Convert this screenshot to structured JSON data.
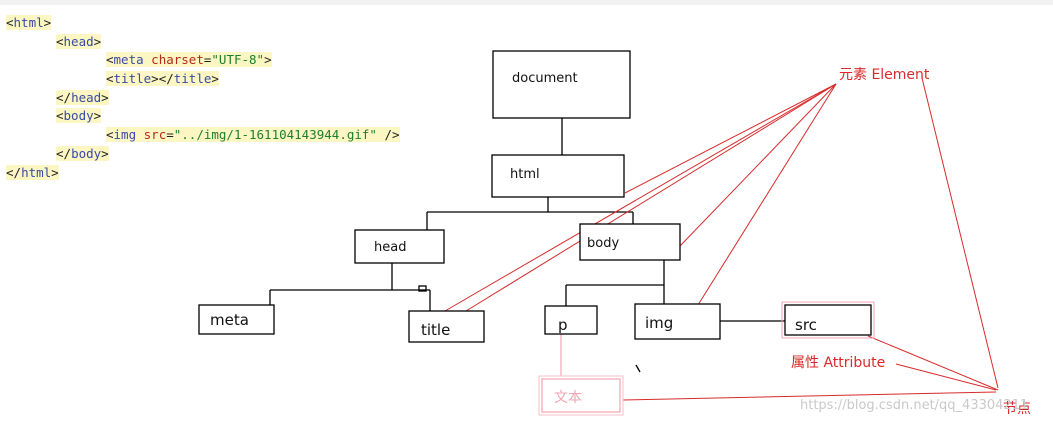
{
  "code_lines": [
    {
      "indent": 0,
      "parts": [
        {
          "t": "<",
          "c": "pt"
        },
        {
          "t": "html",
          "c": "tg"
        },
        {
          "t": ">",
          "c": "pt"
        }
      ]
    },
    {
      "indent": 1,
      "parts": [
        {
          "t": "<",
          "c": "pt"
        },
        {
          "t": "head",
          "c": "tg"
        },
        {
          "t": ">",
          "c": "pt"
        }
      ]
    },
    {
      "indent": 2,
      "parts": [
        {
          "t": "<",
          "c": "pt"
        },
        {
          "t": "meta ",
          "c": "tg"
        },
        {
          "t": "charset",
          "c": "at"
        },
        {
          "t": "=",
          "c": "pt"
        },
        {
          "t": "\"UTF-8\"",
          "c": "st"
        },
        {
          "t": ">",
          "c": "pt"
        }
      ]
    },
    {
      "indent": 2,
      "parts": [
        {
          "t": "<",
          "c": "pt"
        },
        {
          "t": "title",
          "c": "tg"
        },
        {
          "t": "></",
          "c": "pt"
        },
        {
          "t": "title",
          "c": "tg"
        },
        {
          "t": ">",
          "c": "pt"
        }
      ]
    },
    {
      "indent": 1,
      "parts": [
        {
          "t": "</",
          "c": "pt"
        },
        {
          "t": "head",
          "c": "tg"
        },
        {
          "t": ">",
          "c": "pt"
        }
      ]
    },
    {
      "indent": 1,
      "parts": [
        {
          "t": "<",
          "c": "pt"
        },
        {
          "t": "body",
          "c": "tg"
        },
        {
          "t": ">",
          "c": "pt"
        }
      ]
    },
    {
      "indent": 2,
      "parts": [
        {
          "t": "<",
          "c": "pt"
        },
        {
          "t": "img ",
          "c": "tg"
        },
        {
          "t": "src",
          "c": "at"
        },
        {
          "t": "=",
          "c": "pt"
        },
        {
          "t": "\"../img/1-161104143944.gif\"",
          "c": "st"
        },
        {
          "t": " />",
          "c": "pt"
        }
      ]
    },
    {
      "indent": 1,
      "parts": [
        {
          "t": "</",
          "c": "pt"
        },
        {
          "t": "body",
          "c": "tg"
        },
        {
          "t": ">",
          "c": "pt"
        }
      ]
    },
    {
      "indent": 0,
      "parts": [
        {
          "t": "</",
          "c": "pt"
        },
        {
          "t": "html",
          "c": "tg"
        },
        {
          "t": ">",
          "c": "pt"
        }
      ]
    }
  ],
  "nodes": {
    "document": "document",
    "html": "html",
    "head": "head",
    "body": "body",
    "meta": "meta",
    "title": "title",
    "p": "p",
    "img": "img",
    "src": "src",
    "text": "文本"
  },
  "annotations": {
    "element": "元素 Element",
    "attribute": "属性 Attribute",
    "node": "节点"
  },
  "watermark": "https://blog.csdn.net/qq_43304211",
  "colors": {
    "annotation": "#d82a2a",
    "text_node": "#f2a5b2",
    "code_highlight": "#fbf6c2"
  }
}
